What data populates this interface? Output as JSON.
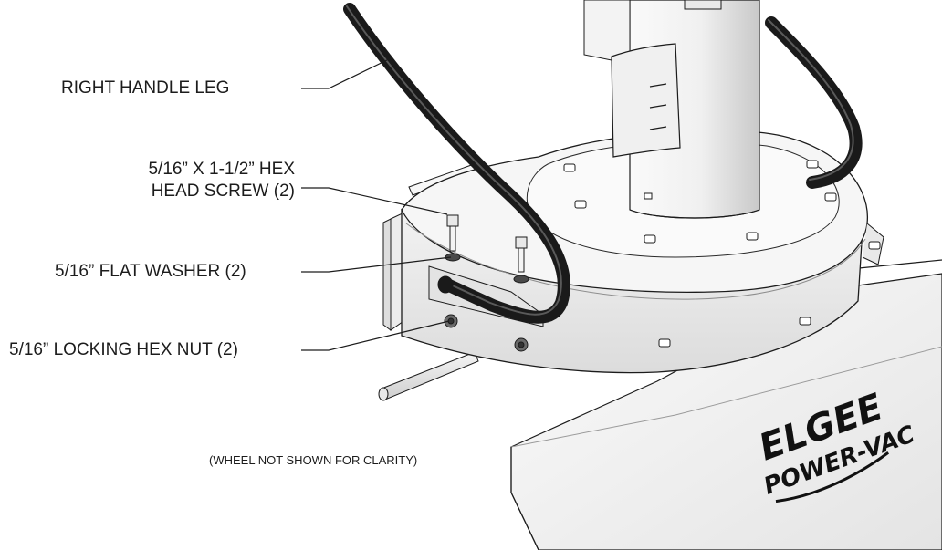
{
  "callouts": {
    "right_handle_leg": "RIGHT HANDLE LEG",
    "hex_head_screw_line1": "5/16” X 1-1/2” HEX",
    "hex_head_screw_line2": "HEAD SCREW (2)",
    "flat_washer": "5/16” FLAT WASHER (2)",
    "locking_hex_nut": "5/16” LOCKING HEX NUT (2)"
  },
  "note": "(WHEEL NOT SHOWN FOR CLARITY)",
  "brand": {
    "line1": "ELGEE",
    "line2": "POWER-VAC"
  },
  "colors": {
    "line_art": "#1c1c1c",
    "handle": "#1a1a1a",
    "housing_fill": "#f1f1f1",
    "housing_shade": "#d9d9d9"
  }
}
